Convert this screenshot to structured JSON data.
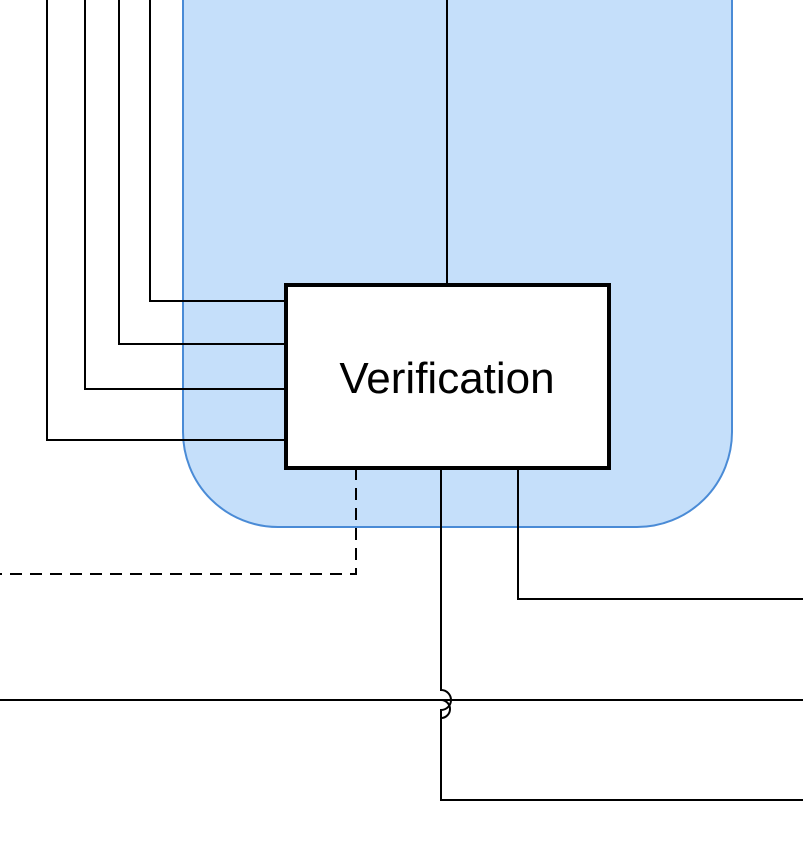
{
  "diagram": {
    "colors": {
      "region_fill": "#c5dffa",
      "region_stroke": "#4a8bd6",
      "node_fill": "#ffffff",
      "node_stroke": "#000000",
      "line": "#000000"
    },
    "nodes": [
      {
        "id": "verification",
        "label": "Verification"
      }
    ],
    "connections": [
      {
        "id": "top-input",
        "to": "verification",
        "style": "solid"
      },
      {
        "id": "left-input-1",
        "to": "verification",
        "style": "solid"
      },
      {
        "id": "left-input-2",
        "to": "verification",
        "style": "solid"
      },
      {
        "id": "left-input-3",
        "to": "verification",
        "style": "solid"
      },
      {
        "id": "left-input-4",
        "to": "verification",
        "style": "solid"
      },
      {
        "id": "bottom-dashed-link",
        "from": "verification",
        "style": "dashed"
      },
      {
        "id": "bottom-right-output",
        "from": "verification",
        "style": "solid"
      },
      {
        "id": "bottom-center-output",
        "from": "verification",
        "style": "solid",
        "crosses_with_hop": "through-line"
      },
      {
        "id": "through-line",
        "style": "solid"
      }
    ]
  }
}
